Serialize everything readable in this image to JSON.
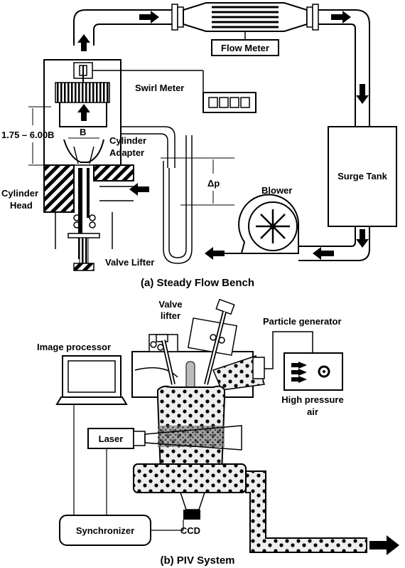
{
  "part_a": {
    "caption": "(a) Steady Flow Bench",
    "labels": {
      "flow_meter": "Flow Meter",
      "swirl_meter": "Swirl Meter",
      "range": "1.75 – 6.00B",
      "bore": "B",
      "cylinder_adapter_1": "Cylinder",
      "cylinder_adapter_2": "Adapter",
      "cylinder_head_1": "Cylinder",
      "cylinder_head_2": "Head",
      "delta_p": "Δp",
      "blower": "Blower",
      "surge_tank": "Surge Tank",
      "valve_lifter": "Valve Lifter"
    }
  },
  "part_b": {
    "caption": "(b) PIV System",
    "labels": {
      "valve_lifter_1": "Valve",
      "valve_lifter_2": "lifter",
      "particle_generator": "Particle generator",
      "image_processor": "Image processor",
      "high_pressure_1": "High pressure",
      "high_pressure_2": "air",
      "laser": "Laser",
      "synchronizer": "Synchronizer",
      "ccd": "CCD"
    }
  }
}
